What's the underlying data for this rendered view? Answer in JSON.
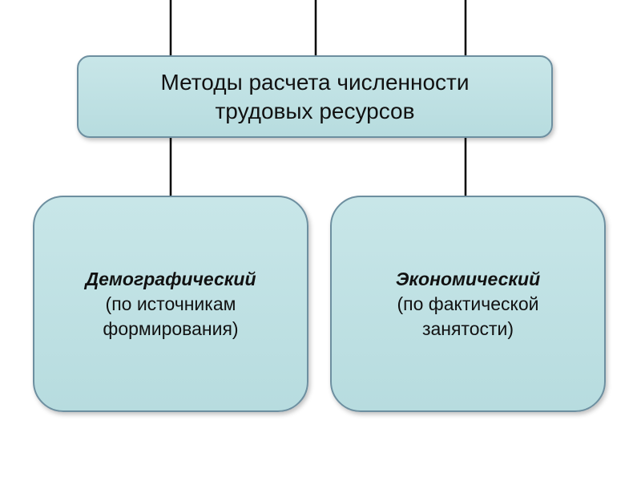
{
  "diagram": {
    "top_box": {
      "lines": [
        "Методы расчета численности",
        "трудовых ресурсов"
      ]
    },
    "left_box": {
      "title": "Демографический",
      "lines": [
        "(по источникам",
        "формирования)"
      ]
    },
    "right_box": {
      "title": "Экономический",
      "lines": [
        "(по фактической",
        "занятости)"
      ]
    },
    "colors": {
      "box_fill": "#b7dcdf",
      "box_border": "#6d8fa0",
      "connector": "#000000"
    }
  }
}
